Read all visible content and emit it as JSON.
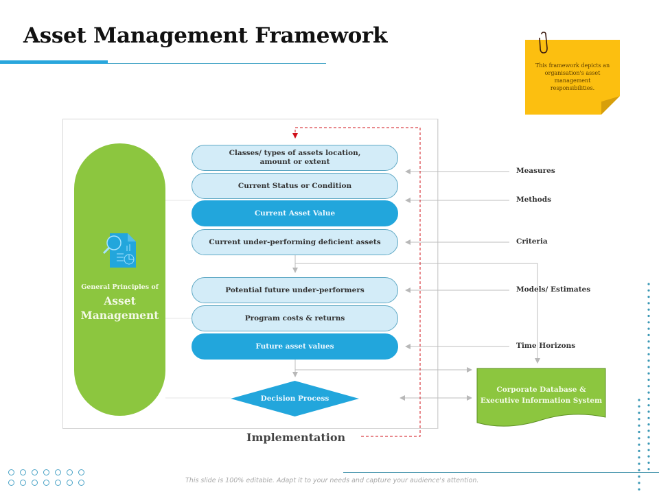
{
  "title": "Asset Management Framework",
  "note": {
    "text": "This framework depicts an organisation's asset management responsibilities.",
    "color": "#fcbf10"
  },
  "left_panel": {
    "icon": "document-analysis-icon",
    "subtitle": "General Principles of",
    "title": "Asset Management",
    "color": "#8cc63f"
  },
  "steps": [
    {
      "label": "Classes/ types of assets location, amount or extent",
      "style": "light"
    },
    {
      "label": "Current Status or Condition",
      "style": "light"
    },
    {
      "label": "Current Asset Value",
      "style": "dark"
    },
    {
      "label": "Current under-performing deficient assets",
      "style": "light"
    },
    {
      "label": "Potential future under-performers",
      "style": "light"
    },
    {
      "label": "Program costs & returns",
      "style": "light"
    },
    {
      "label": "Future asset values",
      "style": "dark"
    }
  ],
  "inputs": [
    {
      "label": "Measures"
    },
    {
      "label": "Methods"
    },
    {
      "label": "Criteria"
    },
    {
      "label": "Models/ Estimates"
    },
    {
      "label": "Time Horizons"
    }
  ],
  "decision": {
    "label": "Decision Process"
  },
  "database": {
    "label_line1": "Corporate Database &",
    "label_line2": "Executive Information System",
    "color": "#8cc63f"
  },
  "implementation": {
    "label": "Implementation"
  },
  "colors": {
    "accent_blue": "#22a6dc",
    "light_blue": "#d3ecf8",
    "green": "#8cc63f",
    "feedback_red": "#d0101a"
  },
  "footer": {
    "text": "This slide is 100% editable. Adapt it to your needs and capture your audience's attention."
  }
}
